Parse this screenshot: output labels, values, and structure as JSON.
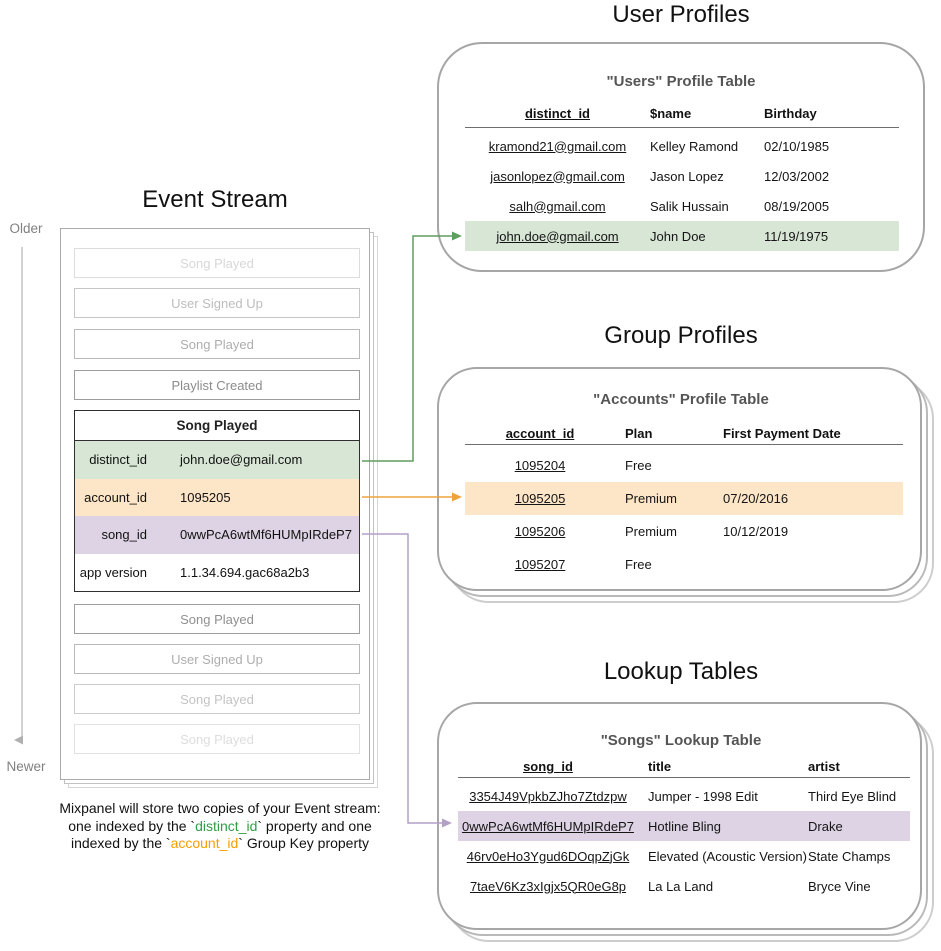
{
  "colors": {
    "green_row": "#d8e6d5",
    "orange_row": "#fde5c7",
    "purple_row": "#ddd3e4",
    "green_arrow": "#5f9e5f",
    "orange_arrow": "#eda33c",
    "purple_arrow": "#b3a1c5",
    "gray_arrow": "#b0b0b0",
    "caption_green": "#2f9e44",
    "caption_orange": "#f59f00"
  },
  "event_stream": {
    "title": "Event Stream",
    "older_label": "Older",
    "newer_label": "Newer",
    "events_before": [
      "Song Played",
      "User Signed Up",
      "Song Played",
      "Playlist Created"
    ],
    "expanded_event": {
      "name": "Song Played",
      "properties": [
        {
          "key": "distinct_id",
          "value": "john.doe@gmail.com"
        },
        {
          "key": "account_id",
          "value": "1095205"
        },
        {
          "key": "song_id",
          "value": "0wwPcA6wtMf6HUMpIRdeP7"
        },
        {
          "key": "app version",
          "value": "1.1.34.694.gac68a2b3"
        }
      ]
    },
    "events_after": [
      "Song Played",
      "User Signed Up",
      "Song Played",
      "Song Played"
    ]
  },
  "caption": {
    "line1": "Mixpanel will store two copies of your Event stream:",
    "line2_pre": "one indexed by the `",
    "line2_key": "distinct_id",
    "line2_post": "` property and one",
    "line3_pre": "indexed by the `",
    "line3_key": "account_id",
    "line3_post": "` Group Key property"
  },
  "user_profiles": {
    "title": "User Profiles",
    "subtitle": "\"Users\" Profile Table",
    "columns": [
      "distinct_id",
      "$name",
      "Birthday"
    ],
    "rows": [
      [
        "kramond21@gmail.com",
        "Kelley Ramond",
        "02/10/1985"
      ],
      [
        "jasonlopez@gmail.com",
        "Jason Lopez",
        "12/03/2002"
      ],
      [
        "salh@gmail.com",
        "Salik Hussain",
        "08/19/2005"
      ],
      [
        "john.doe@gmail.com",
        "John Doe",
        "11/19/1975"
      ]
    ],
    "highlighted_row_index": 3
  },
  "group_profiles": {
    "title": "Group Profiles",
    "subtitle": "\"Accounts\" Profile Table",
    "columns": [
      "account_id",
      "Plan",
      "First Payment Date"
    ],
    "rows": [
      [
        "1095204",
        "Free",
        ""
      ],
      [
        "1095205",
        "Premium",
        "07/20/2016"
      ],
      [
        "1095206",
        "Premium",
        "10/12/2019"
      ],
      [
        "1095207",
        "Free",
        ""
      ]
    ],
    "highlighted_row_index": 1
  },
  "lookup_tables": {
    "title": "Lookup Tables",
    "subtitle": "\"Songs\" Lookup Table",
    "columns": [
      "song_id",
      "title",
      "artist"
    ],
    "rows": [
      [
        "3354J49VpkbZJho7Ztdzpw",
        "Jumper - 1998 Edit",
        "Third Eye Blind"
      ],
      [
        "0wwPcA6wtMf6HUMpIRdeP7",
        "Hotline Bling",
        "Drake"
      ],
      [
        "46rv0eHo3Ygud6DOqpZjGk",
        "Elevated (Acoustic Version)",
        "State Champs"
      ],
      [
        "7taeV6Kz3xIgjx5QR0eG8p",
        "La La Land",
        "Bryce Vine"
      ]
    ],
    "highlighted_row_index": 1
  }
}
